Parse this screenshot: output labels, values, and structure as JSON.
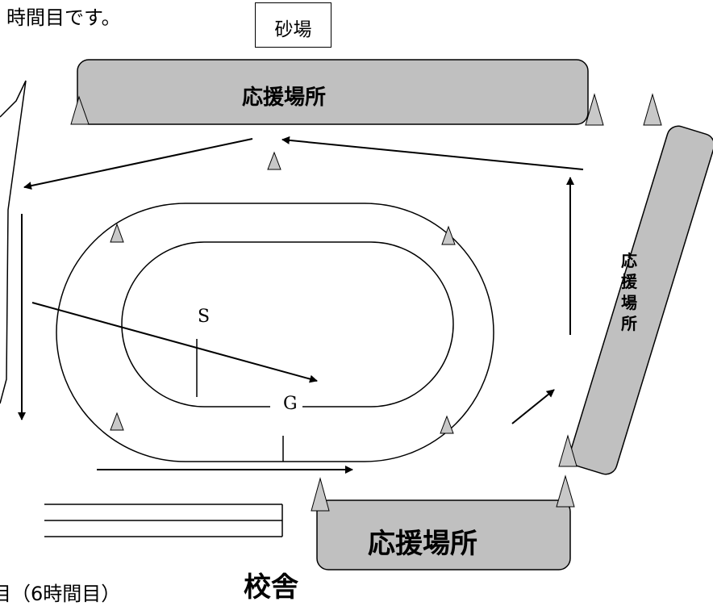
{
  "texts": {
    "top_left": "時間目です。",
    "sand": "砂場",
    "support_top": "応援場所",
    "support_right": "応援場所",
    "support_bottom": "応援場所",
    "school": "校舎",
    "start": "S",
    "goal": "G",
    "bottom_left": "目（6時間目）"
  },
  "colors": {
    "support_area_fill": "#c0c0c0",
    "cone_fill": "#c8c8c8",
    "line": "#000000"
  },
  "icons": [
    "arrow",
    "cone-marker"
  ]
}
